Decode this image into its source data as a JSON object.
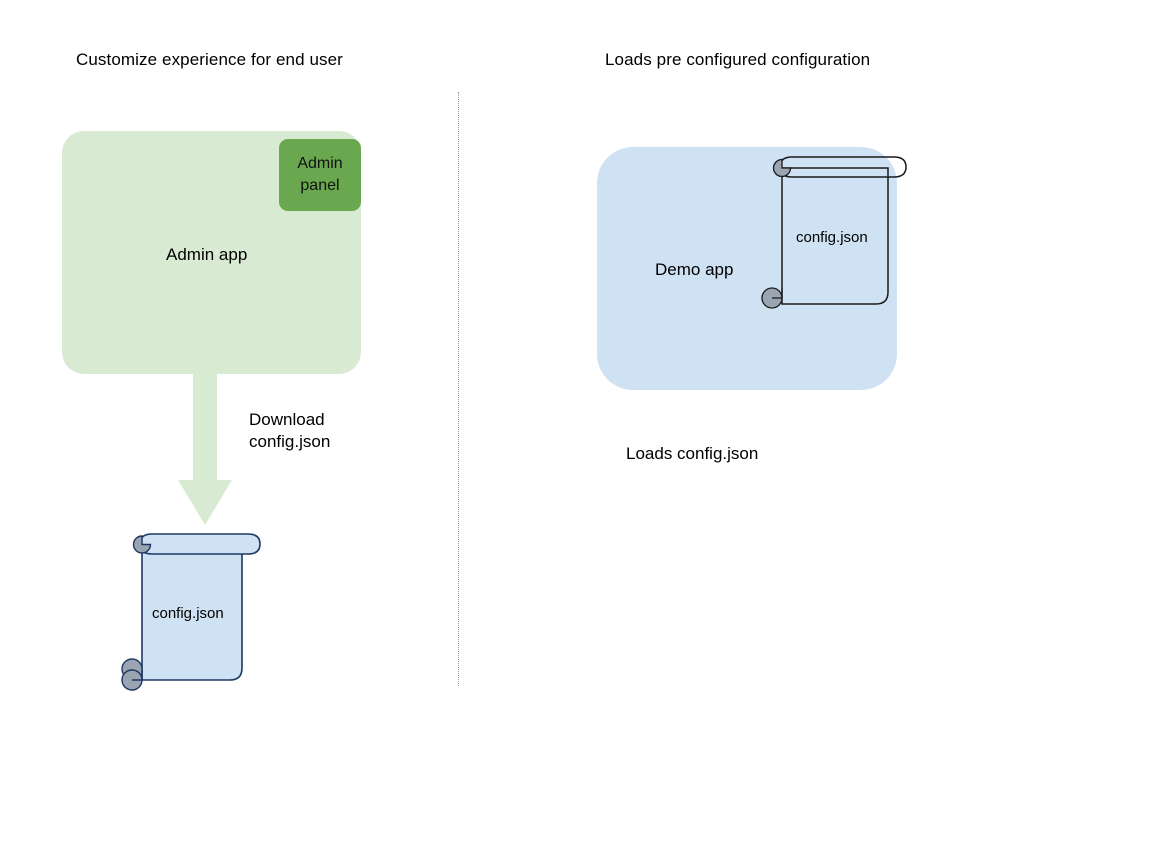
{
  "diagram": {
    "type": "flow-diagram",
    "background_color": "#ffffff",
    "columns": [
      {
        "id": "left",
        "title": "Customize experience for end user"
      },
      {
        "id": "right",
        "title": "Loads pre configured configuration"
      }
    ],
    "divider": {
      "name": "vertical-dotted-divider",
      "style": "dotted",
      "color": "#9a9a9a"
    },
    "left_column": {
      "title": "Customize experience for end user",
      "app_box": {
        "label": "Admin app",
        "fill_color": "#d9ead3"
      },
      "badge": {
        "label": "Admin panel",
        "line_1": "Admin",
        "line_2": "panel",
        "fill_color": "#6aa84f"
      },
      "arrow": {
        "label_line_1": "Download",
        "label_line_2": "config.json",
        "label": "Download config.json",
        "direction": "down",
        "fill_color": "#d9ead3"
      },
      "document": {
        "label": "config.json",
        "fill_color": "#cfe2f3",
        "stroke_color": "#1f3864",
        "curl_color": "#9aa5b1"
      }
    },
    "right_column": {
      "title": "Loads pre configured configuration",
      "app_box": {
        "label": "Demo app",
        "fill_color": "#cfe2f3"
      },
      "document": {
        "label": "config.json",
        "fill_color": "none",
        "stroke_color": "#1a1a1a",
        "curl_color": "#9aa5b1"
      },
      "caption": "Loads config.json"
    }
  }
}
